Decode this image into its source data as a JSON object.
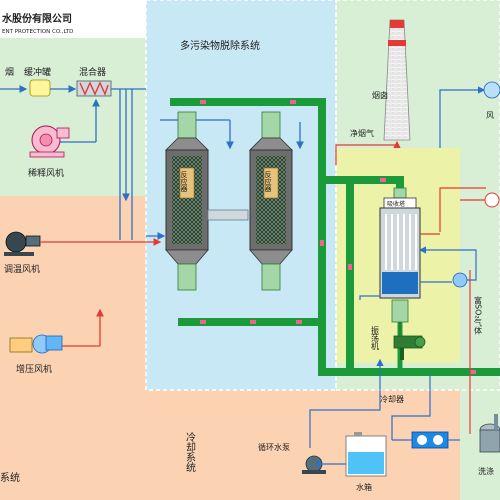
{
  "header": {
    "company_cn": "水股份有限公司",
    "company_en": "ENT PROTECTION CO.,LTD"
  },
  "zones": {
    "main_system": "多污染物脱除系统",
    "cooling_zone": "冷却系统",
    "left_bottom_fragment": "系统"
  },
  "labels": {
    "blower_partial": "烟",
    "buffer_tank": "缓冲罐",
    "mixer": "混合器",
    "dilution_fan": "稀释风机",
    "temp_fan": "调温风机",
    "booster_fan": "增压风机",
    "reactor_1": "反应器",
    "reactor_2": "反应器",
    "chimney": "烟囱",
    "clean_flue_gas": "净烟气",
    "top_right_fan": "风",
    "absorber": "吸收塔",
    "oscillator": "振荡机",
    "rich_so2_gas": "富SO₂气体",
    "cooler": "冷却器",
    "circulation_pump": "循环水泵",
    "water_tank": "水箱",
    "washer_partial": "洗涤"
  },
  "colors": {
    "green_pipe": "#1b9a3a",
    "blue_line": "#2f6fc7",
    "red_line": "#e53935",
    "peach_zone": "#fbd3b3",
    "lightblue_zone": "#c8e8f6",
    "lightgreen_zone": "#d8efd6",
    "yellow_zone": "#ecf2a8"
  }
}
